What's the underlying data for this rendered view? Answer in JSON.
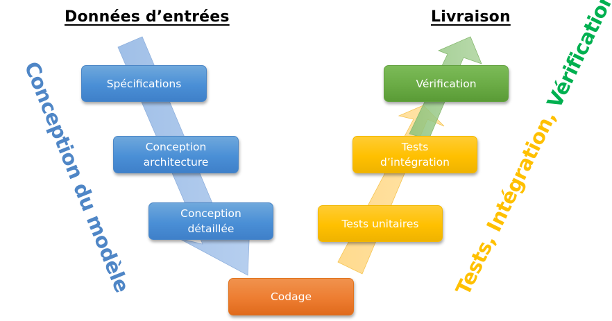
{
  "headings": {
    "input": "Données d’entrées",
    "output": "Livraison"
  },
  "side_labels": {
    "left": "Conception du modèle",
    "right": [
      {
        "text": "Tests, ",
        "color": "#ffc000"
      },
      {
        "text": "Intégration, ",
        "color": "#ffc000"
      },
      {
        "text": "Vérifications",
        "color": "#00b050"
      }
    ]
  },
  "colors": {
    "design_phase": "#5b9bd5",
    "coding_phase": "#ed7d31",
    "test_phase": "#ffc000",
    "verification_phase": "#70ad47",
    "left_label": "#4f86c6"
  },
  "steps": {
    "specifications": "Spécifications",
    "architecture": "Conception architecture",
    "detailed_design": "Conception détaillée",
    "coding": "Codage",
    "unit_tests": "Tests unitaires",
    "integration_tests": "Tests d’intégration",
    "verification": "Vérification"
  }
}
